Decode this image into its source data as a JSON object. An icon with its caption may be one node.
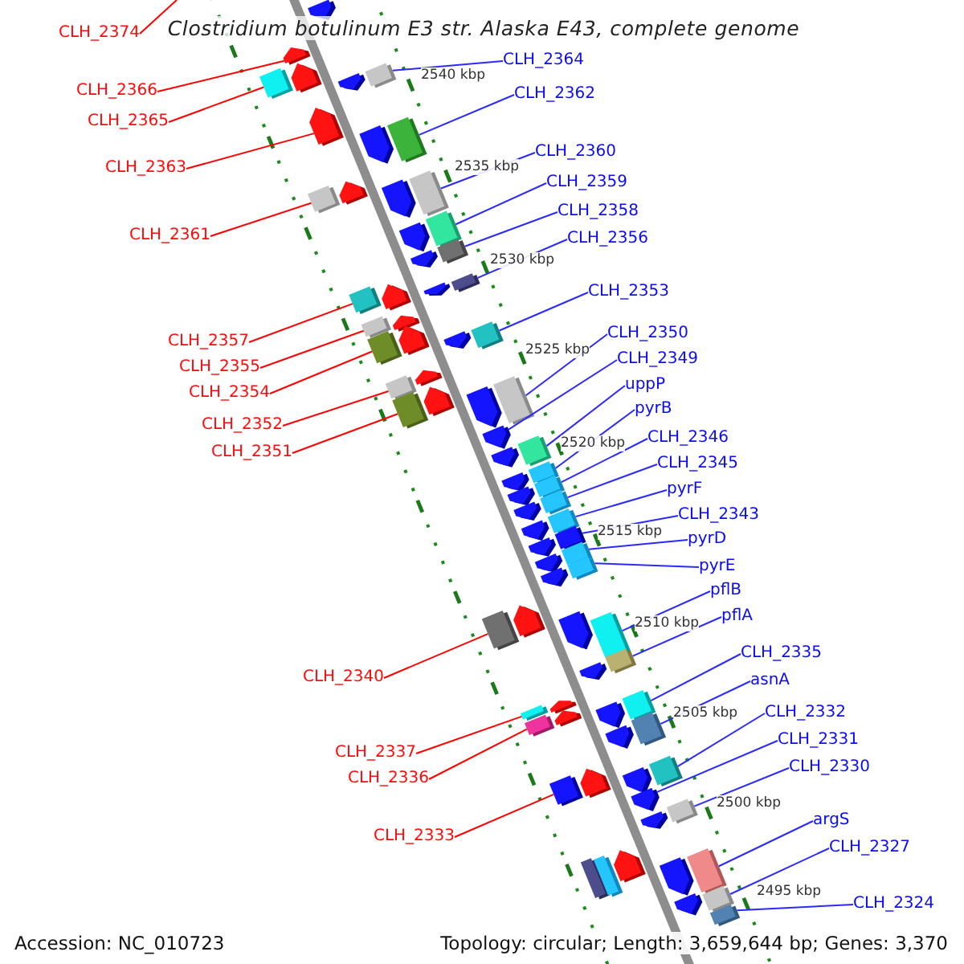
{
  "diagram": {
    "title": "Clostridium botulinum E3 str. Alaska E43, complete genome",
    "nodes": [
      {
        "text": [
          "CLH_2374"
        ]
      },
      {
        "text": [
          "CLH_2364"
        ]
      },
      {
        "text": [
          "CLH_2366"
        ]
      },
      {
        "text": [
          "CLH_2362"
        ]
      },
      {
        "text": [
          "CLH_2365"
        ]
      },
      {
        "text": [
          "CLH_2360"
        ]
      },
      {
        "text": [
          "CLH_2363"
        ]
      },
      {
        "text": [
          "CLH_2359"
        ]
      },
      {
        "text": [
          "CLH_2358"
        ]
      },
      {
        "text": [
          "CLH_2361"
        ]
      },
      {
        "text": [
          "CLH_2356"
        ]
      },
      {
        "text": [
          "CLH_2353"
        ]
      },
      {
        "text": [
          "CLH_2350"
        ]
      },
      {
        "text": [
          "CLH_2357"
        ]
      },
      {
        "text": [
          "CLH_2349"
        ]
      },
      {
        "text": [
          "CLH_2355"
        ]
      },
      {
        "text": [
          "uppP"
        ]
      },
      {
        "text": [
          "CLH_2354"
        ]
      },
      {
        "text": [
          "pyrB"
        ]
      },
      {
        "text": [
          "CLH_2352"
        ]
      },
      {
        "text": [
          "CLH_2346"
        ]
      },
      {
        "text": [
          "CLH_2351"
        ]
      },
      {
        "text": [
          "CLH_2345"
        ]
      },
      {
        "text": [
          "pyrF"
        ]
      },
      {
        "text": [
          "CLH_2343"
        ]
      },
      {
        "text": [
          "pyrD"
        ]
      },
      {
        "text": [
          "pyrE"
        ]
      },
      {
        "text": [
          "pflB"
        ]
      },
      {
        "text": [
          "pflA"
        ]
      },
      {
        "text": [
          "CLH_2335"
        ]
      },
      {
        "text": [
          "CLH_2340"
        ]
      },
      {
        "text": [
          "asnA"
        ]
      },
      {
        "text": [
          "CLH_2332"
        ]
      },
      {
        "text": [
          "CLH_2331"
        ]
      },
      {
        "text": [
          "CLH_2337"
        ]
      },
      {
        "text": [
          "CLH_2330"
        ]
      },
      {
        "text": [
          "CLH_2336"
        ]
      },
      {
        "text": [
          "argS"
        ]
      },
      {
        "text": [
          "CLH_2333"
        ]
      },
      {
        "text": [
          "CLH_2327"
        ]
      },
      {
        "text": [
          "CLH_2324"
        ]
      },
      {
        "text": [],
        "shape": "pentagon"
      },
      {
        "text": [],
        "shape": "pentagon"
      },
      {
        "text": [],
        "shape": "box"
      },
      {
        "text": [],
        "shape": "pentagon"
      },
      {
        "text": [],
        "shape": "pentagon"
      },
      {
        "text": [],
        "shape": "box"
      },
      {
        "text": [],
        "shape": "pentagon"
      },
      {
        "text": [],
        "shape": "pentagon"
      },
      {
        "text": [],
        "shape": "box"
      },
      {
        "text": [],
        "shape": "box"
      },
      {
        "text": [],
        "shape": "pentagon"
      },
      {
        "text": [],
        "shape": "pentagon"
      },
      {
        "text": [],
        "shape": "box"
      },
      {
        "text": [],
        "shape": "pentagon"
      },
      {
        "text": [],
        "shape": "box"
      },
      {
        "text": [],
        "shape": "pentagon"
      },
      {
        "text": [],
        "shape": "box"
      },
      {
        "text": [],
        "shape": "box"
      },
      {
        "text": [],
        "shape": "pentagon"
      },
      {
        "text": [],
        "shape": "pentagon"
      },
      {
        "text": [],
        "shape": "box"
      },
      {
        "text": [],
        "shape": "box"
      },
      {
        "text": [],
        "shape": "pentagon"
      },
      {
        "text": [],
        "shape": "box"
      },
      {
        "text": [],
        "shape": "pentagon"
      },
      {
        "text": [],
        "shape": "pentagon"
      },
      {
        "text": [],
        "shape": "box"
      },
      {
        "text": [],
        "shape": "box"
      },
      {
        "text": [],
        "shape": "pentagon"
      },
      {
        "text": [],
        "shape": "box"
      },
      {
        "text": [],
        "shape": "pentagon"
      },
      {
        "text": [],
        "shape": "pentagon"
      },
      {
        "text": [],
        "shape": "box"
      },
      {
        "text": [],
        "shape": "pentagon"
      },
      {
        "text": [],
        "shape": "pentagon"
      },
      {
        "text": [],
        "shape": "box"
      },
      {
        "text": [],
        "shape": "pentagon"
      },
      {
        "text": [],
        "shape": "box"
      },
      {
        "text": [],
        "shape": "pentagon"
      },
      {
        "text": [],
        "shape": "box"
      },
      {
        "text": [],
        "shape": "pentagon"
      },
      {
        "text": [],
        "shape": "box"
      },
      {
        "text": [],
        "shape": "pentagon"
      },
      {
        "text": [],
        "shape": "box"
      },
      {
        "text": [],
        "shape": "pentagon"
      },
      {
        "text": [],
        "shape": "box"
      },
      {
        "text": [],
        "shape": "pentagon"
      },
      {
        "text": [],
        "shape": "box"
      },
      {
        "text": [],
        "shape": "pentagon"
      },
      {
        "text": [],
        "shape": "box"
      },
      {
        "text": [],
        "shape": "box"
      },
      {
        "text": [],
        "shape": "pentagon"
      },
      {
        "text": [],
        "shape": "pentagon"
      },
      {
        "text": [],
        "shape": "box"
      },
      {
        "text": [],
        "shape": "pentagon"
      },
      {
        "text": [],
        "shape": "box"
      },
      {
        "text": [],
        "shape": "box"
      },
      {
        "text": [],
        "shape": "pentagon"
      },
      {
        "text": [],
        "shape": "box"
      },
      {
        "text": [],
        "shape": "pentagon"
      },
      {
        "text": [],
        "shape": "pentagon"
      },
      {
        "text": [],
        "shape": "box"
      },
      {
        "text": [],
        "shape": "pentagon"
      },
      {
        "text": [],
        "shape": "box"
      },
      {
        "text": [],
        "shape": "box"
      },
      {
        "text": [],
        "shape": "pentagon"
      },
      {
        "text": [],
        "shape": "pentagon"
      },
      {
        "text": [],
        "shape": "box"
      },
      {
        "text": [],
        "shape": "pentagon"
      },
      {
        "text": [],
        "shape": "pentagon"
      },
      {
        "text": [],
        "shape": "box"
      },
      {
        "text": [],
        "shape": "box"
      },
      {
        "text": [],
        "shape": "box"
      },
      {
        "text": [],
        "shape": "pentagon"
      },
      {
        "text": [],
        "shape": "pentagon"
      },
      {
        "text": [],
        "shape": "box"
      },
      {
        "text": [],
        "shape": "pentagon"
      },
      {
        "text": [],
        "shape": "box"
      },
      {
        "text": [],
        "shape": "box"
      }
    ],
    "edges": [
      {
        "from": 0,
        "to": null,
        "arrow": "none",
        "color": "#ff0000"
      },
      {
        "from": 1,
        "to": 46,
        "arrow": "none"
      },
      {
        "from": 2,
        "to": 42,
        "arrow": "none",
        "color": "#ff0000"
      },
      {
        "from": 3,
        "to": 49,
        "arrow": "none"
      },
      {
        "from": 4,
        "to": 43,
        "arrow": "none",
        "color": "#ff0000"
      },
      {
        "from": 5,
        "to": 53,
        "arrow": "none"
      },
      {
        "from": 6,
        "to": 47,
        "arrow": "none",
        "color": "#ff0000"
      },
      {
        "from": 7,
        "to": 55,
        "arrow": "none"
      },
      {
        "from": 8,
        "to": 57,
        "arrow": "none"
      },
      {
        "from": 9,
        "to": 50,
        "arrow": "none",
        "color": "#ff0000"
      },
      {
        "from": 10,
        "to": 61,
        "arrow": "none"
      },
      {
        "from": 11,
        "to": 67,
        "arrow": "none"
      },
      {
        "from": 12,
        "to": 73,
        "arrow": "none"
      },
      {
        "from": 13,
        "to": 58,
        "arrow": "none",
        "color": "#ff0000"
      },
      {
        "from": 14,
        "to": 74,
        "arrow": "none"
      },
      {
        "from": 15,
        "to": 62,
        "arrow": "none",
        "color": "#ff0000"
      },
      {
        "from": 16,
        "to": 76,
        "arrow": "none"
      },
      {
        "from": 17,
        "to": 64,
        "arrow": "none",
        "color": "#ff0000"
      },
      {
        "from": 18,
        "to": 78,
        "arrow": "none"
      },
      {
        "from": 19,
        "to": 68,
        "arrow": "none",
        "color": "#ff0000"
      },
      {
        "from": 20,
        "to": 80,
        "arrow": "none"
      },
      {
        "from": 21,
        "to": 70,
        "arrow": "none",
        "color": "#ff0000"
      },
      {
        "from": 22,
        "to": 82,
        "arrow": "none"
      },
      {
        "from": 23,
        "to": 84,
        "arrow": "none"
      },
      {
        "from": 24,
        "to": 86,
        "arrow": "none"
      },
      {
        "from": 25,
        "to": 88,
        "arrow": "none"
      },
      {
        "from": 26,
        "to": 90,
        "arrow": "none"
      },
      {
        "from": 27,
        "to": 94,
        "arrow": "none"
      },
      {
        "from": 28,
        "to": 96,
        "arrow": "none"
      },
      {
        "from": 29,
        "to": 102,
        "arrow": "none"
      },
      {
        "from": 30,
        "to": 91,
        "arrow": "none",
        "color": "#ff0000"
      },
      {
        "from": 31,
        "to": 104,
        "arrow": "none"
      },
      {
        "from": 32,
        "to": 108,
        "arrow": "none"
      },
      {
        "from": 33,
        "to": 109,
        "arrow": "none"
      },
      {
        "from": 34,
        "to": 97,
        "arrow": "none",
        "color": "#ff0000"
      },
      {
        "from": 35,
        "to": 111,
        "arrow": "none"
      },
      {
        "from": 36,
        "to": 99,
        "arrow": "none",
        "color": "#ff0000"
      },
      {
        "from": 37,
        "to": 116,
        "arrow": "none"
      },
      {
        "from": 38,
        "to": 105,
        "arrow": "none",
        "color": "#ff0000"
      },
      {
        "from": 39,
        "to": 118,
        "arrow": "none"
      },
      {
        "from": 40,
        "to": 119,
        "arrow": "none"
      }
    ],
    "labels": [
      "2540 kbp",
      "2535 kbp",
      "2530 kbp",
      "2525 kbp",
      "2520 kbp",
      "2515 kbp",
      "2510 kbp",
      "2505 kbp",
      "2500 kbp",
      "2495 kbp",
      "Accession: NC_010723",
      "Topology: circular; Length: 3,659,644 bp; Genes: 3,370"
    ]
  }
}
